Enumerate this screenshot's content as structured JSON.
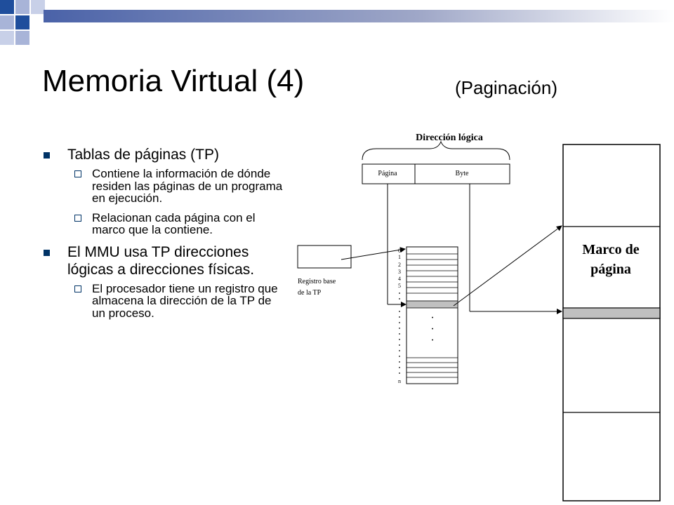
{
  "title": {
    "main": "Memoria Virtual (4)",
    "sub": "(Paginación)"
  },
  "bullets": [
    {
      "text": "Tablas de páginas (TP)",
      "sub": [
        "Contiene la información de dónde residen las páginas de un programa en ejecución.",
        "Relacionan cada página con el marco que la contiene."
      ]
    },
    {
      "text": "El MMU usa TP direcciones lógicas a direcciones físicas.",
      "sub": [
        "El procesador tiene un registro que almacena la dirección de la TP de un proceso."
      ]
    }
  ],
  "diagram": {
    "logical_address_label": "Dirección lógica",
    "page_field": "Página",
    "byte_field": "Byte",
    "register_label_line1": "Registro base",
    "register_label_line2": "de la TP",
    "table_indices": [
      "0",
      "1",
      "2",
      "3",
      "4",
      "5"
    ],
    "table_last_index": "n",
    "frame_label_line1": "Marco de",
    "frame_label_line2": "página"
  },
  "colors": {
    "accent": "#003366",
    "highlight": "#c0c0c0",
    "deco_blue": "#3366cc",
    "deco_grey": "#a0a8c0"
  }
}
